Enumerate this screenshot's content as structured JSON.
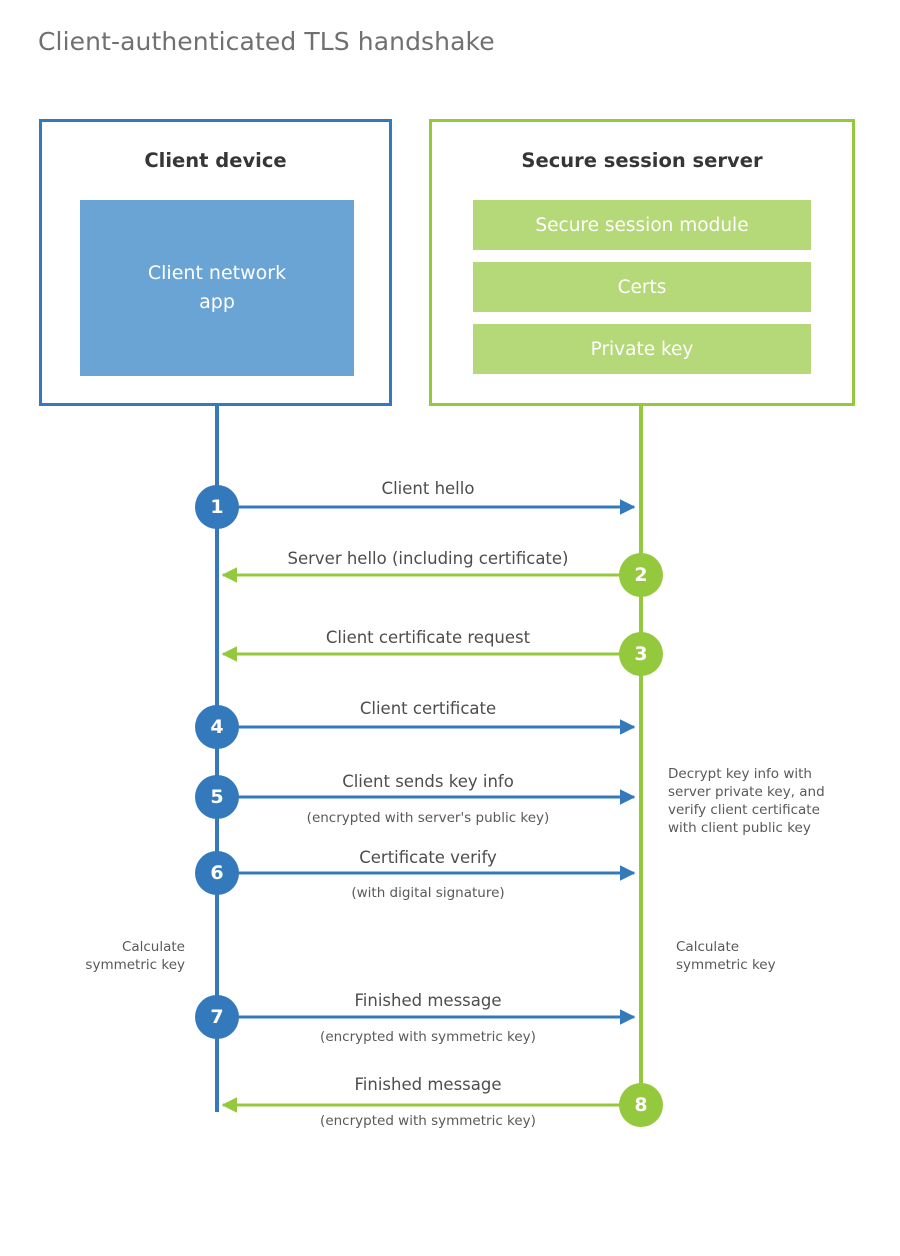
{
  "title": "Client-authenticated TLS handshake",
  "colors": {
    "client_blue": "#3479bb",
    "client_app_fill": "#6aa4d4",
    "server_green": "#95c93d",
    "server_block_fill": "#b5d878",
    "title_gray": "#6f7072",
    "text_gray": "#4d4d4f"
  },
  "actors": {
    "client": {
      "title": "Client device",
      "app_label": "Client network\napp"
    },
    "server": {
      "title": "Secure session server",
      "blocks": [
        {
          "label": "Secure session module"
        },
        {
          "label": "Certs"
        },
        {
          "label": "Private key"
        }
      ]
    }
  },
  "steps": [
    {
      "number": "1",
      "label": "Client hello",
      "sublabel": "",
      "direction": "client-to-server",
      "color": "blue"
    },
    {
      "number": "2",
      "label": "Server hello (including certificate)",
      "sublabel": "",
      "direction": "server-to-client",
      "color": "green"
    },
    {
      "number": "3",
      "label": "Client certificate request",
      "sublabel": "",
      "direction": "server-to-client",
      "color": "green"
    },
    {
      "number": "4",
      "label": "Client certificate",
      "sublabel": "",
      "direction": "client-to-server",
      "color": "blue"
    },
    {
      "number": "5",
      "label": "Client sends key info",
      "sublabel": "(encrypted with server's public key)",
      "direction": "client-to-server",
      "color": "blue"
    },
    {
      "number": "6",
      "label": "Certificate verify",
      "sublabel": "(with digital signature)",
      "direction": "client-to-server",
      "color": "blue"
    },
    {
      "number": "7",
      "label": "Finished message",
      "sublabel": "(encrypted with symmetric key)",
      "direction": "client-to-server",
      "color": "blue"
    },
    {
      "number": "8",
      "label": "Finished message",
      "sublabel": "(encrypted with symmetric key)",
      "direction": "server-to-client",
      "color": "green"
    }
  ],
  "notes": {
    "server_decrypt": "Decrypt key info with\nserver private key, and\nverify client certificate\nwith client public key",
    "client_calculate": "Calculate\nsymmetric key",
    "server_calculate": "Calculate\nsymmetric key"
  }
}
